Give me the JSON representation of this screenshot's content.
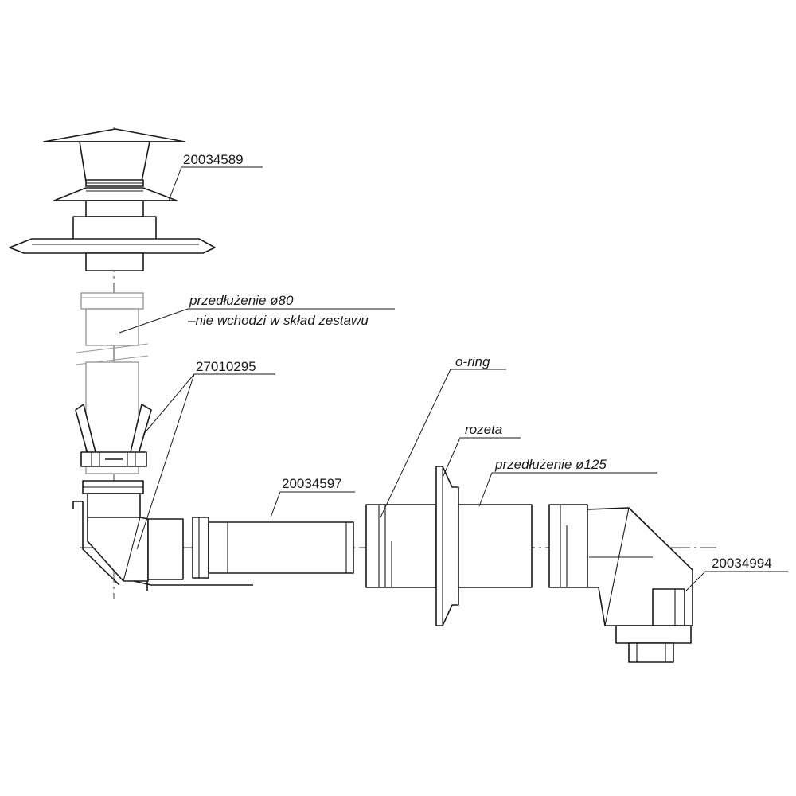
{
  "labels": {
    "terminal_code": "20034589",
    "extension_80_line1": "przedłużenie ø80",
    "extension_80_line2": "–nie wchodzi w skład zestawu",
    "bracket_code": "27010295",
    "pipe_code": "20034597",
    "oring": "o-ring",
    "rosette": "rozeta",
    "extension_125": "przedłużenie ø125",
    "elbow_code": "20034994"
  }
}
